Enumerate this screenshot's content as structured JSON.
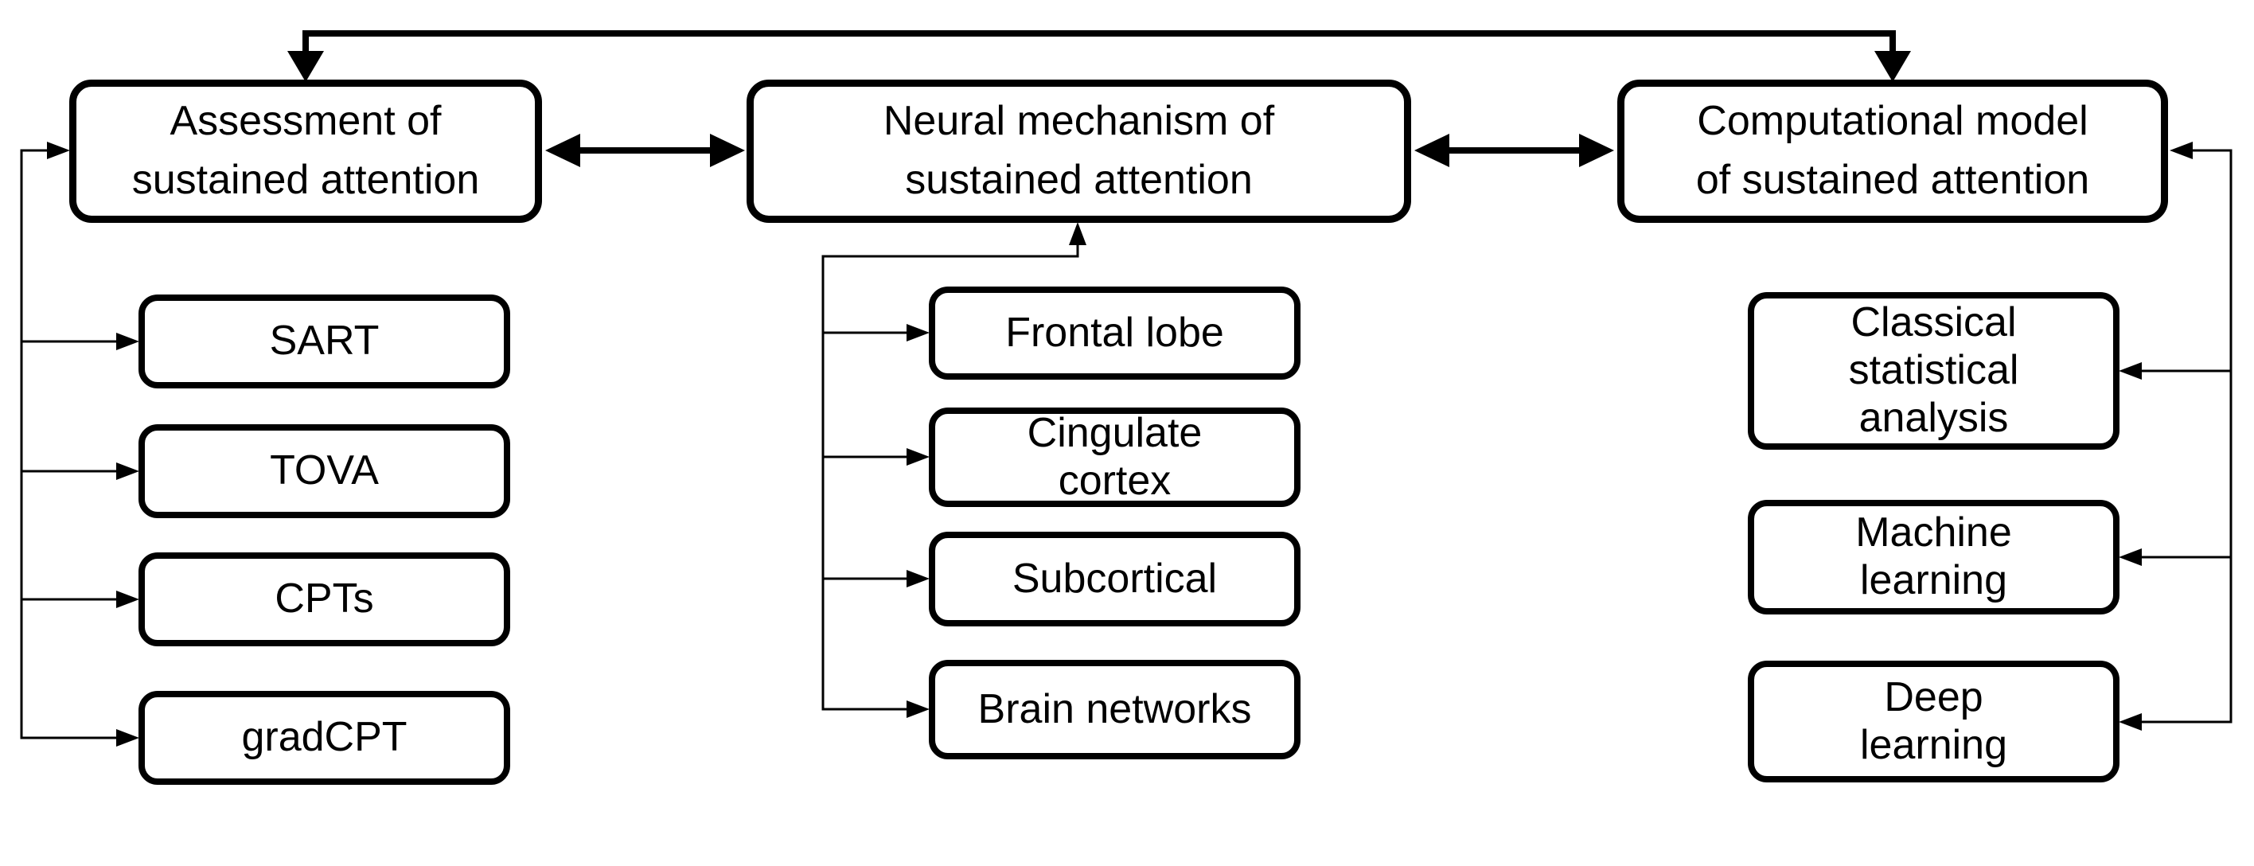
{
  "title": "Sustained attention research overview diagram",
  "colors": {
    "background": "#ffffff",
    "line": "#000000",
    "box_border": "#000000",
    "box_fill": "#ffffff",
    "text": "#000000"
  },
  "nodes": {
    "assessment": {
      "label": "Assessment of\nsustained attention"
    },
    "neural": {
      "label": "Neural mechanism of\nsustained attention"
    },
    "computational": {
      "label": "Computational model\nof sustained attention"
    },
    "assessment_children": [
      {
        "label": "SART"
      },
      {
        "label": "TOVA"
      },
      {
        "label": "CPTs"
      },
      {
        "label": "gradCPT"
      }
    ],
    "neural_children": [
      {
        "label": "Frontal lobe"
      },
      {
        "label": "Cingulate\ncortex"
      },
      {
        "label": "Subcortical"
      },
      {
        "label": "Brain networks"
      }
    ],
    "computational_children": [
      {
        "label": "Classical\nstatistical\nanalysis"
      },
      {
        "label": "Machine\nlearning"
      },
      {
        "label": "Deep\nlearning"
      }
    ]
  },
  "connections": {
    "top_loop": "Assessment of sustained attention <-> Computational model of sustained attention",
    "left_double_arrow": "Assessment <-> Neural mechanism",
    "right_double_arrow": "Neural mechanism <-> Computational model"
  }
}
